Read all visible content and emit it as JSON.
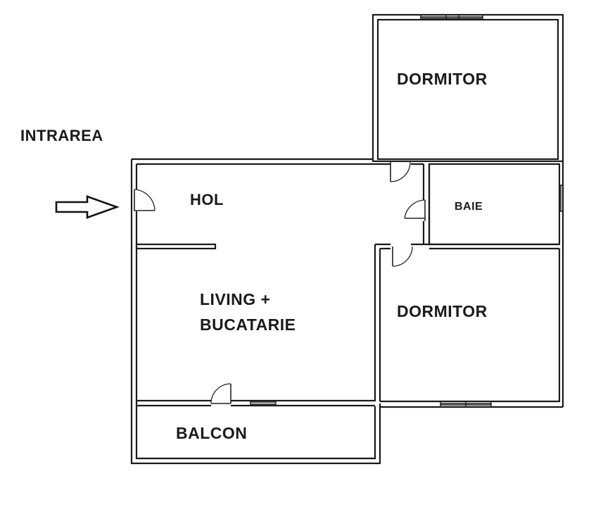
{
  "entry": {
    "label": "INTRAREA"
  },
  "rooms": {
    "hol": "HOL",
    "baie": "BAIE",
    "dormitor_top": "DORMITOR",
    "dormitor_bottom": "DORMITOR",
    "living_line1": "LIVING +",
    "living_line2": "BUCATARIE",
    "balcon": "BALCON"
  }
}
